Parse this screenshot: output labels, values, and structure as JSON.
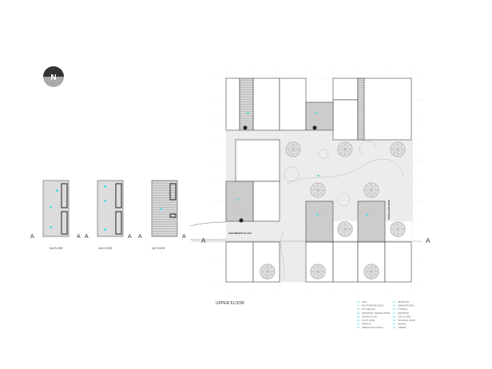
{
  "north_arrow": {
    "label": "N"
  },
  "small_plans": [
    {
      "label": "3rd FLOOR"
    },
    {
      "label": "2nd FLOOR"
    },
    {
      "label": "1st FLOOR"
    }
  ],
  "section_marks": {
    "left": "A",
    "right": "A"
  },
  "main_plan": {
    "title": "UPPER FLOOR",
    "plaza_label": "CHILDREN'S PLAZA",
    "vertical_label": "MAIN ENTRANCE"
  },
  "legend": {
    "left": [
      {
        "num": "46",
        "text": "CAFE"
      },
      {
        "num": "47",
        "text": "MULTIPURPOSE ROOM"
      },
      {
        "num": "48",
        "text": "PLAYGROUND"
      },
      {
        "num": "49",
        "text": "WORKSHOP - MEETING ROOM"
      },
      {
        "num": "50",
        "text": "READING ROOM"
      },
      {
        "num": "51",
        "text": "STUDY ROOM"
      },
      {
        "num": "52",
        "text": "TERRACE"
      },
      {
        "num": "53",
        "text": "GREEN ROOF ACCESS"
      }
    ],
    "right": [
      {
        "num": "54",
        "text": "RECEPTION"
      },
      {
        "num": "55",
        "text": "ADMINISTRATION"
      },
      {
        "num": "56",
        "text": "STORAGE"
      },
      {
        "num": "57",
        "text": "BATHROOM"
      },
      {
        "num": "58",
        "text": "CIRCULATION"
      },
      {
        "num": "59",
        "text": "TECHNICAL ROOM"
      },
      {
        "num": "60",
        "text": "PARKING"
      },
      {
        "num": "61",
        "text": "GARDEN"
      }
    ]
  },
  "colors": {
    "accent": "#33cccc",
    "hatch": "#c8c8c8",
    "paving": "#ececec",
    "line": "#333333"
  }
}
